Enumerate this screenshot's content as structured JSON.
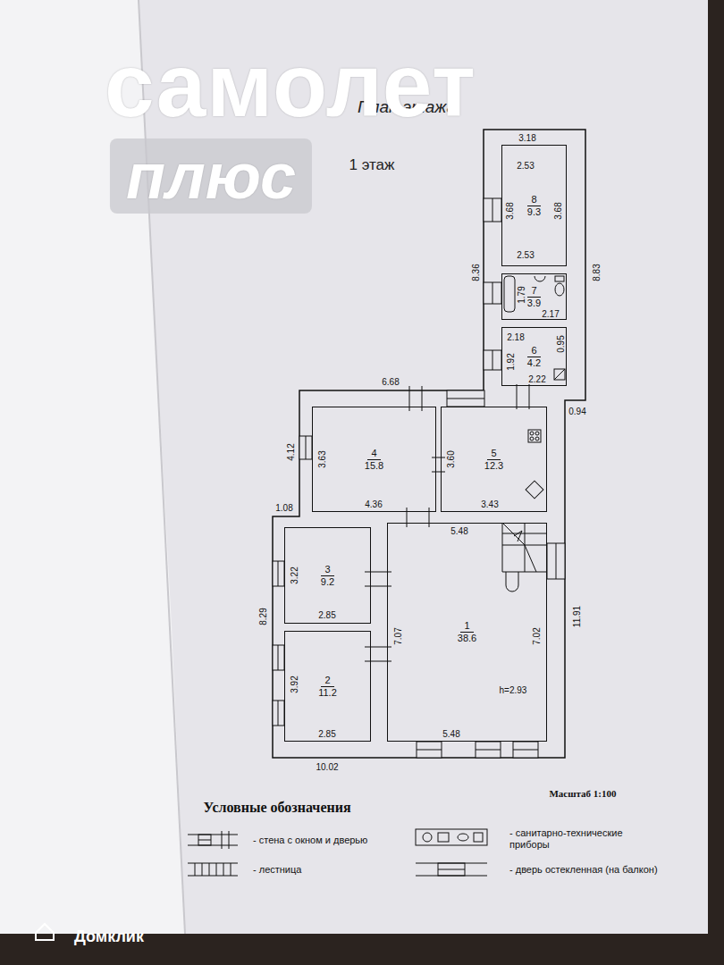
{
  "diagram": {
    "title": "План этажа",
    "nodes": [
      {
        "text": [
          "8",
          "9.3"
        ]
      },
      {
        "text": [
          "7",
          "3.9"
        ]
      },
      {
        "text": [
          "6",
          "4.2"
        ]
      },
      {
        "text": [
          "4",
          "15.8"
        ]
      },
      {
        "text": [
          "5",
          "12.3"
        ]
      },
      {
        "text": [
          "3",
          "9.2"
        ]
      },
      {
        "text": [
          "1",
          "38.6"
        ]
      },
      {
        "text": [
          "2",
          "11.2"
        ]
      }
    ],
    "labels": [
      "самолет",
      "плюс",
      "1 этаж",
      "3.18",
      "2.53",
      "3.68",
      "3.68",
      "2.53",
      "8.36",
      "8.83",
      "1.79",
      "2.17",
      "2.18",
      "0.95",
      "1.92",
      "2.22",
      "6.68",
      "0.94",
      "4.12",
      "3.63",
      "3.60",
      "4.36",
      "3.43",
      "1.08",
      "5.48",
      "11.91",
      "3.22",
      "2.85",
      "8.29",
      "7.07",
      "7.02",
      "3.92",
      "h=2.93",
      "2.85",
      "5.48",
      "10.02",
      "Условные обозначения",
      "Масштаб 1:100",
      "Домклик"
    ],
    "legend": [
      {
        "text": "- стена с окном и дверью"
      },
      {
        "text": "- лестница"
      },
      {
        "text": "- санитарно-технические приборы"
      },
      {
        "text": "- дверь остекленная (на балкон)"
      }
    ]
  }
}
